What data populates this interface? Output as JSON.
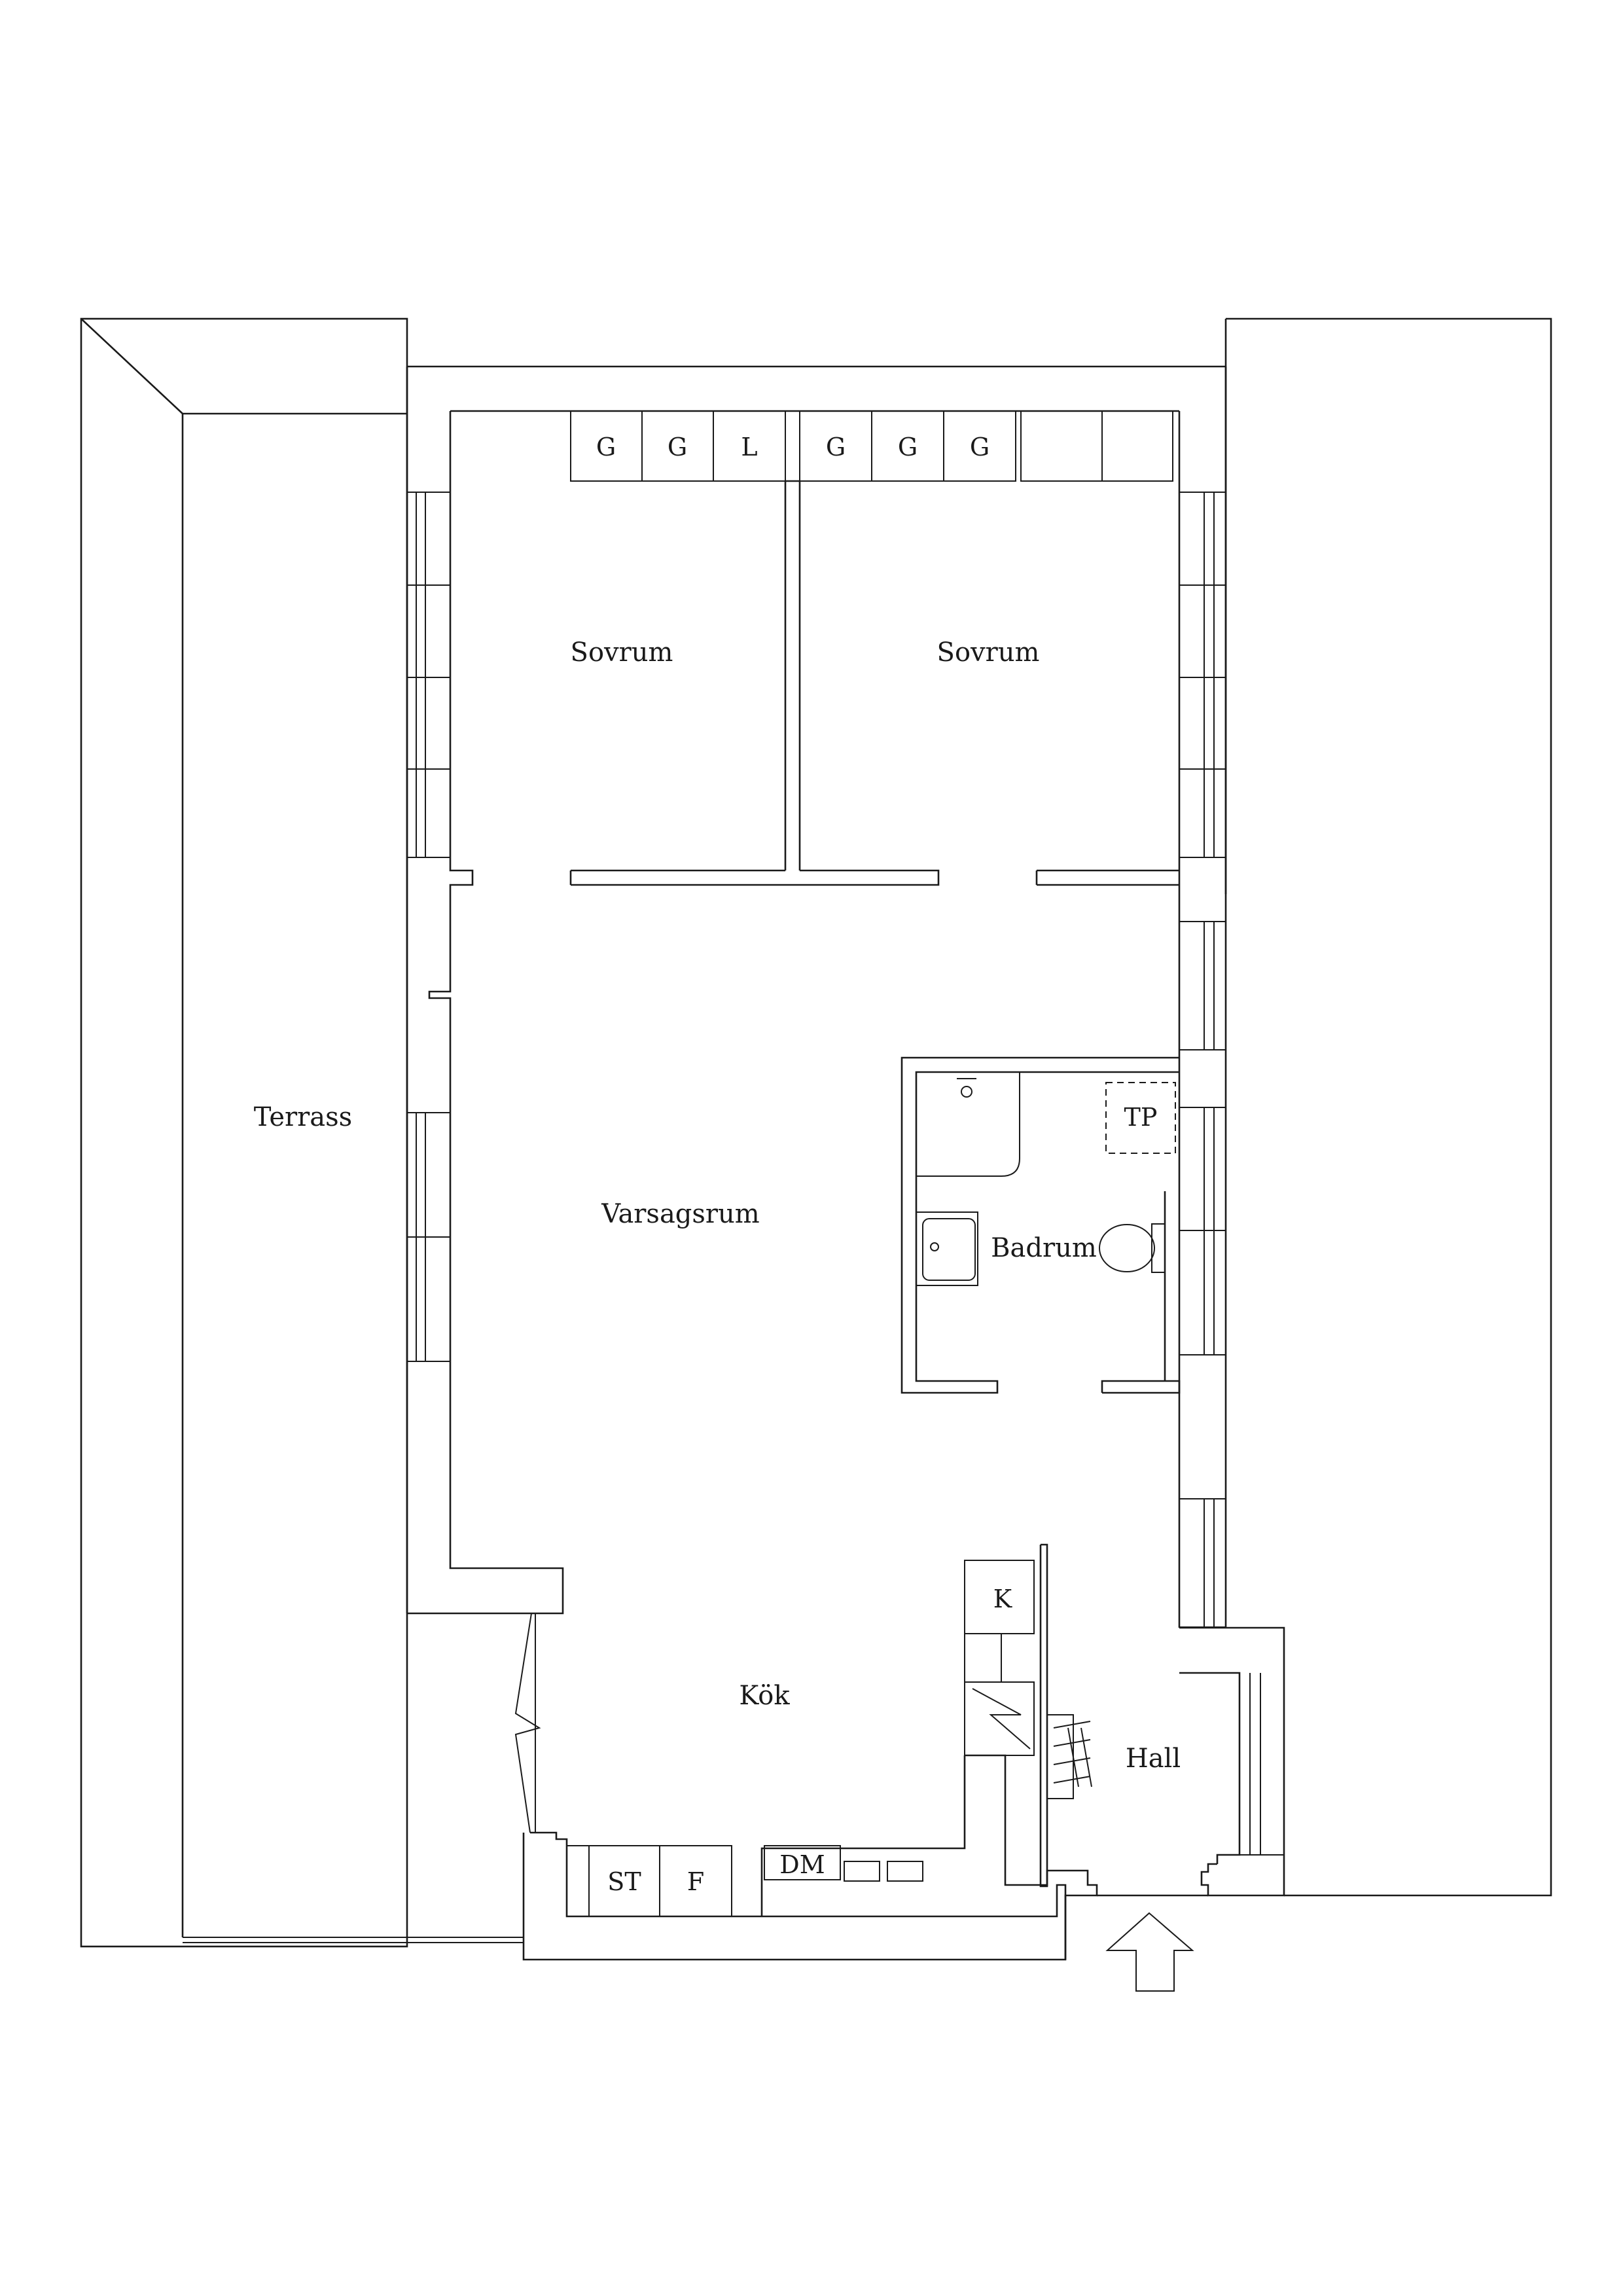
{
  "rooms": {
    "terrass": "Terrass",
    "sovrum_1": "Sovrum",
    "sovrum_2": "Sovrum",
    "varsagsrum": "Varsagsrum",
    "badrum": "Badrum",
    "kok": "Kök",
    "hall": "Hall"
  },
  "fixtures": {
    "wardrobe_1": "G",
    "wardrobe_2": "G",
    "linen_1": "L",
    "wardrobe_3": "G",
    "wardrobe_4": "G",
    "wardrobe_5": "G",
    "laundry": "TP",
    "fridge_k": "K",
    "stove": "ST",
    "freezer": "F",
    "dishwasher": "DM"
  }
}
